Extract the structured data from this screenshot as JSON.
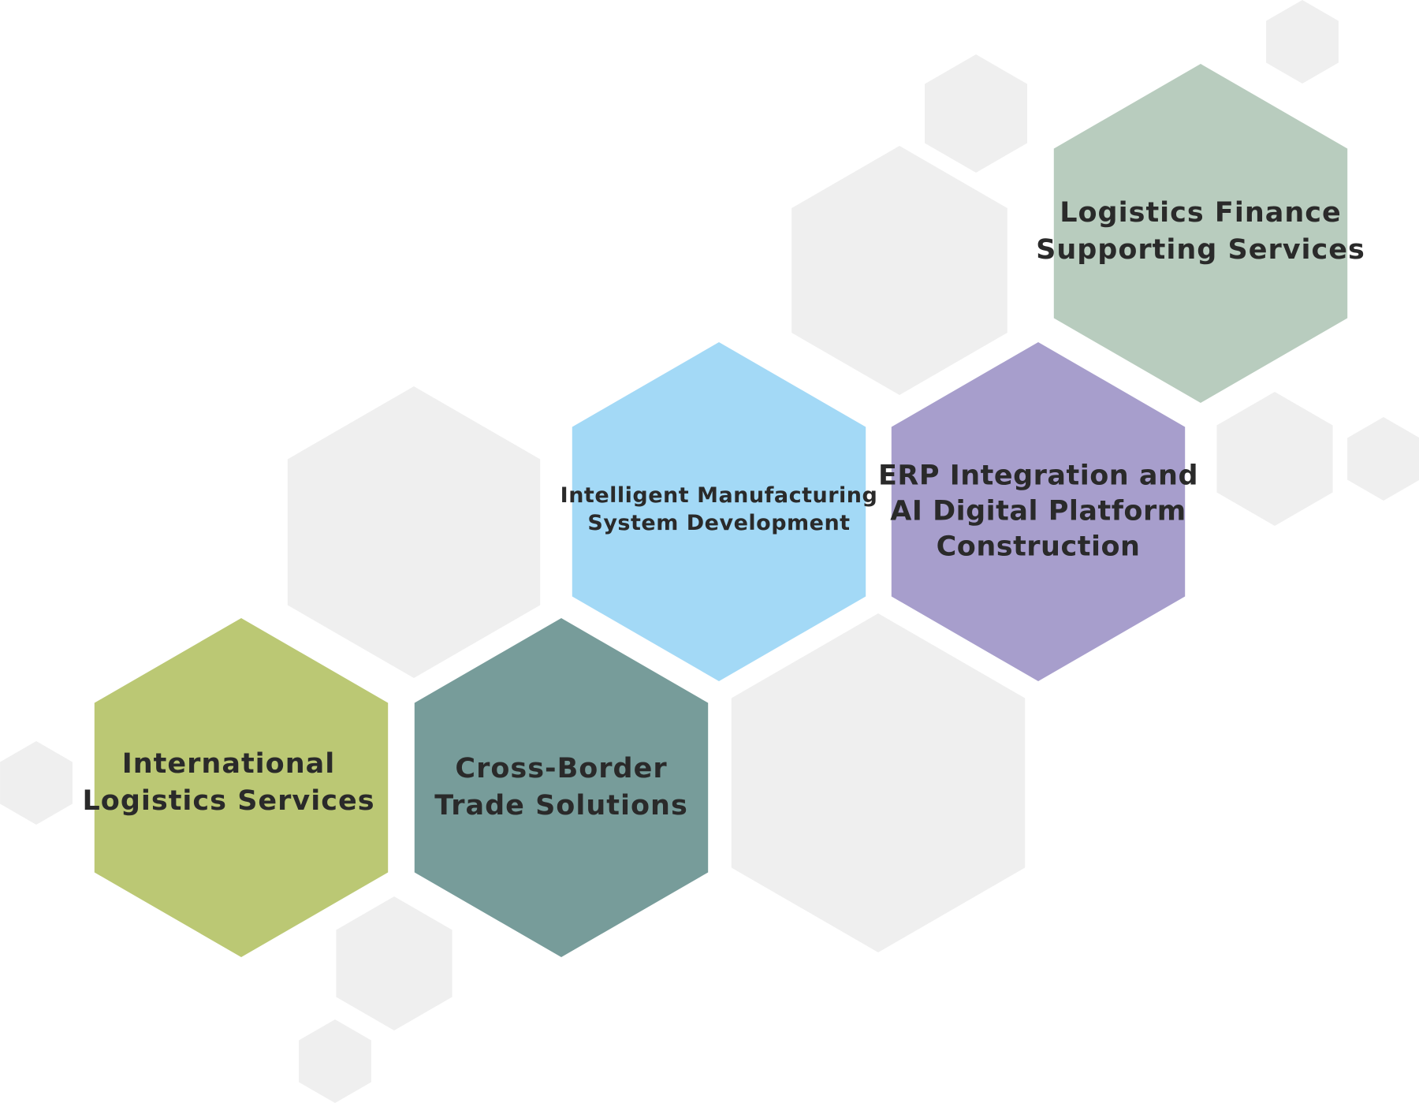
{
  "colors": {
    "background": "#ffffff",
    "decor_hex": "#efefef",
    "international_logistics": "#bbc874",
    "cross_border_trade": "#779c9a",
    "intelligent_manufacturing": "#a3d9f6",
    "erp_ai_platform": "#a79ecc",
    "logistics_finance": "#b8ccbe",
    "text": "#2a2a2a"
  },
  "hexagons": {
    "international_logistics": {
      "line1": "International",
      "line2": "Logistics Services"
    },
    "cross_border_trade": {
      "line1": "Cross-Border",
      "line2": "Trade Solutions"
    },
    "intelligent_manufacturing": {
      "line1": "Intelligent Manufacturing",
      "line2": "System Development"
    },
    "erp_ai_platform": {
      "line1": "ERP Integration and",
      "line2": "AI Digital Platform",
      "line3": "Construction"
    },
    "logistics_finance": {
      "line1": "Logistics Finance",
      "line2": "Supporting Services"
    }
  }
}
